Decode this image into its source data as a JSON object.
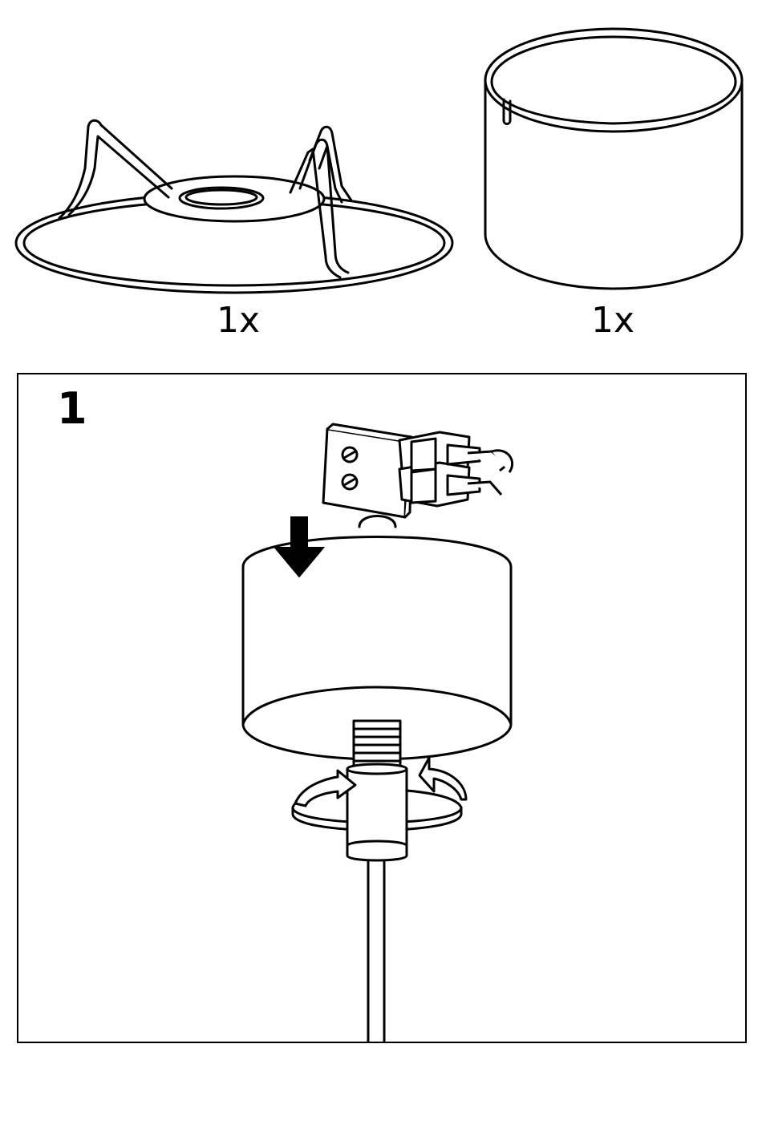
{
  "parts": [
    {
      "name": "shade-frame",
      "quantity": "1x"
    },
    {
      "name": "shade-cylinder",
      "quantity": "1x"
    }
  ],
  "step": {
    "number": "1"
  },
  "icons": [
    "shade-frame-icon",
    "shade-cylinder-icon",
    "terminal-block-icon",
    "canopy-icon",
    "down-arrow-icon",
    "rotate-arrow-icon",
    "cord-icon"
  ],
  "colors": {
    "line": "#000000",
    "background": "#ffffff"
  }
}
